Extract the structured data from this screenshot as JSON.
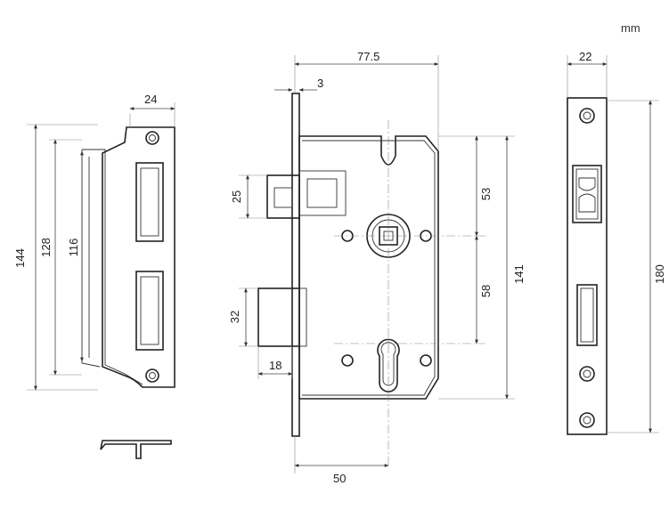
{
  "unit": "mm",
  "strike_plate": {
    "width": "24",
    "height_total": "144",
    "height_mid": "128",
    "height_inner": "116"
  },
  "lock_body": {
    "overall_width": "77.5",
    "faceplate_thickness": "3",
    "backset": "50",
    "height": "141",
    "top_to_follower": "53",
    "follower_to_cylinder": "58"
  },
  "latch": {
    "height": "25"
  },
  "deadbolt": {
    "height": "32",
    "projection": "18"
  },
  "faceplate": {
    "width": "22",
    "height": "180"
  }
}
